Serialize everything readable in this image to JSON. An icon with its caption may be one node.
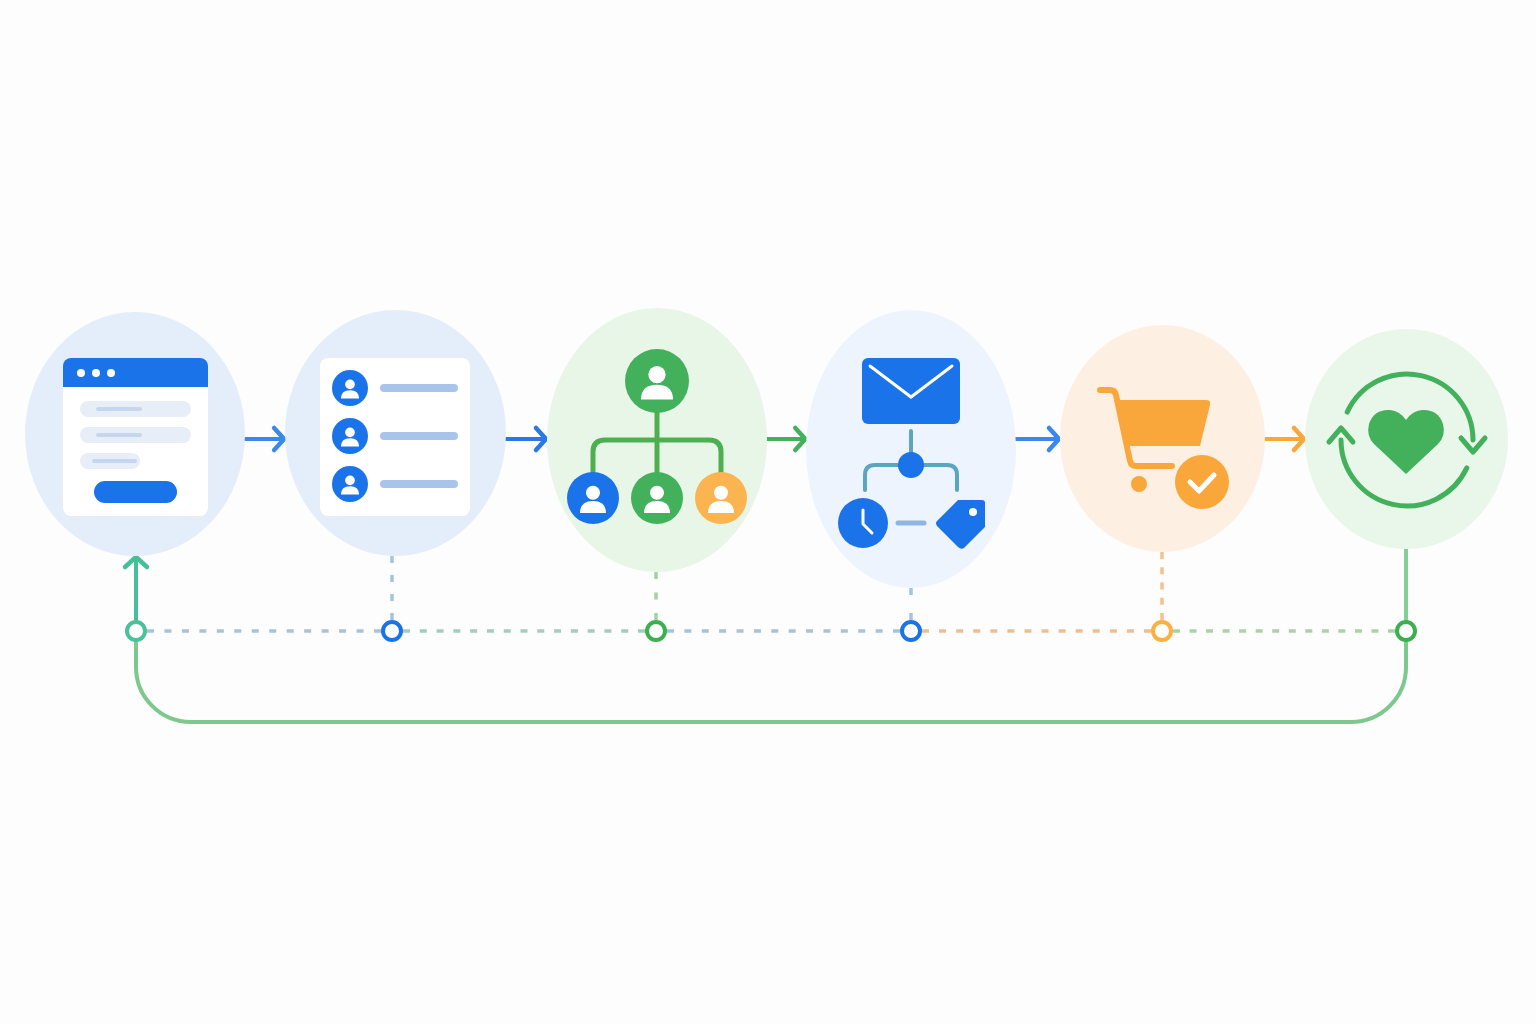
{
  "diagram": {
    "nodes": [
      {
        "text": [],
        "shape": "circle"
      },
      {
        "text": [],
        "shape": "circle"
      },
      {
        "text": [],
        "shape": "circle"
      },
      {
        "text": [],
        "shape": "circle"
      },
      {
        "text": [],
        "shape": "circle"
      },
      {
        "text": [],
        "shape": "circle"
      },
      {
        "text": [],
        "shape": "circle"
      },
      {
        "text": [],
        "shape": "circle"
      },
      {
        "text": [],
        "shape": "circle"
      },
      {
        "text": [],
        "shape": "circle"
      },
      {
        "text": [],
        "shape": "circle"
      },
      {
        "text": [],
        "shape": "circle"
      }
    ],
    "edges": [
      {
        "from": 0,
        "to": 1,
        "arrow": "to",
        "color": "#3b87ee"
      },
      {
        "from": 1,
        "to": 2,
        "arrow": "to",
        "color": "#2a78e6"
      },
      {
        "from": 2,
        "to": 3,
        "arrow": "to",
        "color": "#43b05c"
      },
      {
        "from": 3,
        "to": 4,
        "arrow": "to",
        "color": "#3b87ee"
      },
      {
        "from": 4,
        "to": 5,
        "arrow": "to",
        "color": "#f9a63a"
      },
      {
        "from": 6,
        "to": 0,
        "arrow": "to",
        "color": "#45bf9a"
      },
      {
        "from": 1,
        "to": 7,
        "arrow": "none",
        "style": "dashed"
      },
      {
        "from": 2,
        "to": 8,
        "arrow": "none",
        "style": "dashed",
        "color": "#9fd3a5"
      },
      {
        "from": 3,
        "to": 9,
        "arrow": "none",
        "style": "dashed"
      },
      {
        "from": 4,
        "to": 10,
        "arrow": "none",
        "style": "dashed",
        "color": "#f5c08c"
      },
      {
        "from": 5,
        "to": 11,
        "arrow": "none",
        "color": "#84cf94"
      },
      {
        "from": 6,
        "to": 7,
        "arrow": "none",
        "style": "dashed"
      },
      {
        "from": 7,
        "to": 8,
        "arrow": "none",
        "style": "dashed",
        "color": "#a2cdbf"
      },
      {
        "from": 8,
        "to": 9,
        "arrow": "none",
        "style": "dashed"
      },
      {
        "from": 9,
        "to": 10,
        "arrow": "none",
        "style": "dashed",
        "color": "#efbe8e"
      },
      {
        "from": 10,
        "to": 11,
        "arrow": "none",
        "style": "dashed",
        "color": "#a6d3a8"
      },
      {
        "from": 11,
        "to": 6,
        "arrow": "none",
        "color": "#7cc98e"
      }
    ]
  }
}
